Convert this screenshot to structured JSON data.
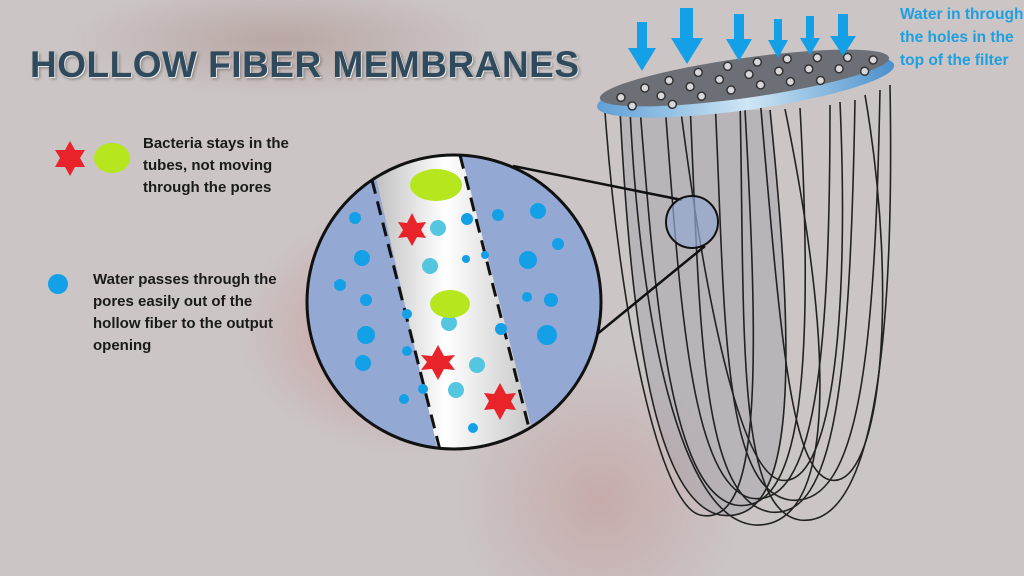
{
  "title": "HOLLOW FIBER MEMBRANES",
  "legend": {
    "bacteria_text": "Bacteria stays in the tubes, not moving through the pores",
    "water_text": "Water passes through the pores easily out of the hollow fiber to the output opening"
  },
  "filter_note": "Water in through the holes in the top of the filter",
  "colors": {
    "water": "#14a0e6",
    "water_inside": "#55c6e0",
    "bacteria_star": "#e8232a",
    "bacteria_blob": "#b5e61e",
    "magnifier_fill": "#93a8d2",
    "title": "#2e4a5c",
    "note": "#1ea0e0"
  }
}
